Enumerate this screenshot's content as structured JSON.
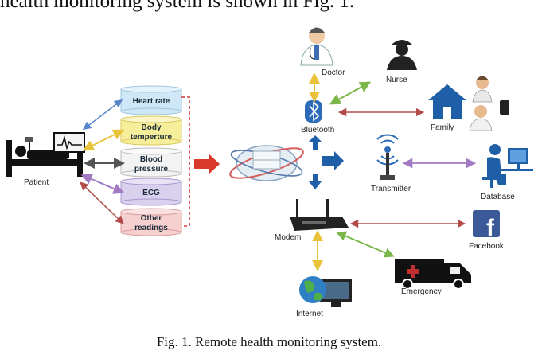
{
  "body_text_fragment": "health monitoring system is shown in Fig. 1.",
  "caption": "Fig. 1. Remote health monitoring system.",
  "left_panel": {
    "patient_label": "Patient",
    "readings": [
      {
        "line1": "Heart rate",
        "line2": ""
      },
      {
        "line1": "Body",
        "line2": "temperture"
      },
      {
        "line1": "Blood",
        "line2": "pressure"
      },
      {
        "line1": "ECG",
        "line2": ""
      },
      {
        "line1": "Other",
        "line2": "readings"
      }
    ]
  },
  "nodes": {
    "doctor": "Doctor",
    "nurse": "Nurse",
    "bluetooth": "Bluetooth",
    "family": "Family",
    "transmitter": "Transmitter",
    "database": "Database",
    "modem": "Modem",
    "facebook": "Facebook",
    "emergency": "Emergency",
    "internet": "Internet"
  },
  "colors": {
    "reading_blue": "#cfe8f7",
    "reading_yellow": "#f7ee9c",
    "reading_white": "#f3f3f3",
    "reading_purple": "#d9d0ee",
    "reading_pink": "#f6cfcf",
    "arrow_gold": "#e9c33a",
    "arrow_green": "#7ab648",
    "arrow_red": "#b24a4a",
    "arrow_purple": "#a27ac4",
    "arrow_blue": "#5a86c9",
    "icon_blue": "#1f5fa8"
  }
}
